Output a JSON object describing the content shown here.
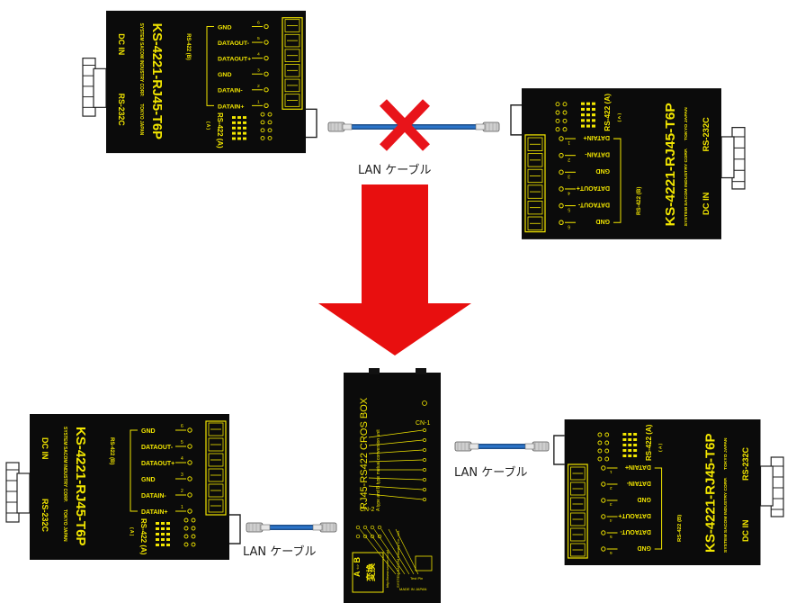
{
  "cable_label": "LAN ケーブル",
  "colors": {
    "device_body": "#0b0b0b",
    "silk": "#f2e600",
    "cable": "#2b74c9",
    "cross": "#e8141a",
    "arrow": "#e80f0f",
    "connector": "#cfcfcf"
  },
  "converter": {
    "model": "KS-4221-RJ45-T6P",
    "maker": "SYSTEM SACOM INDUSTRY CORP.",
    "origin": "TOKYO JAPAN",
    "dc_in": "DC IN",
    "serial": "RS-232C",
    "port_b": "RS-422 (B)",
    "port_a": "RS-422 (A)",
    "terminals": [
      "GND",
      "DATAOUT-",
      "DATAOUT+",
      "GND",
      "DATAIN-",
      "DATAIN+"
    ],
    "pins": [
      "6",
      "5",
      "4",
      "3",
      "2",
      "1"
    ]
  },
  "cros_box": {
    "title": "RJ45-RS422 CROS BOX",
    "subtitle": "A type and B type mutual conversion unit",
    "url": "http://www.sacom.co.jp/",
    "maker": "SYSTEM SACOM Industry Co., Ltd.",
    "cn1": "CN-1",
    "cn2": "CN-2",
    "switch_label": "A⇔B 変換",
    "made_in": "MADE IN JAPAN",
    "test_label": "Test Pin"
  }
}
